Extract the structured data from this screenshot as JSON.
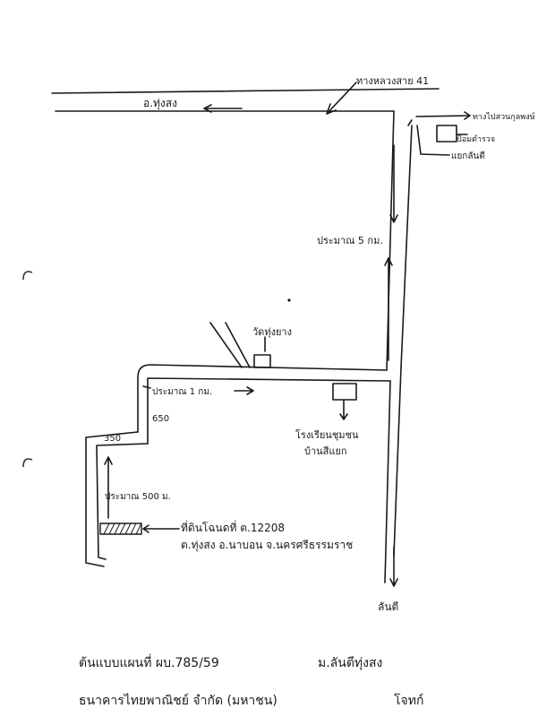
{
  "map": {
    "highway_label": "ทางหลวงสาย 41",
    "west_direction_label": "อ.ทุ่งสง",
    "north_landmark_1": "ทางไปสวนกุลพงษ์",
    "north_landmark_2": "ป้อมตำรวจ",
    "junction_label": "แยกลันตี",
    "distance_5km": "ประมาณ 5 กม.",
    "temple_label": "วัดทุ่งยาง",
    "distance_1km": "ประมาณ 1 กม.",
    "dist_650": "650",
    "school_label_1": "โรงเรียนชุมชน",
    "school_label_2": "บ้านสีแยก",
    "dist_350": "350",
    "distance_500m": "ประมาณ 500 ม.",
    "land_label_1": "ที่ดินโฉนดที่ ต.12208",
    "land_label_2": "ต.ทุ่งสง อ.นาบอน จ.นครศรีธรรมราช",
    "south_direction_label": "ลันตี"
  },
  "footer": {
    "line1_left": "ต้นแบบแผนที่ ผบ.785/59",
    "line1_right": "ม.ลันตีทุ่งสง",
    "line2_left": "ธนาคารไทยพาณิชย์ จำกัด (มหาชน)",
    "line2_right": "โจทก์"
  }
}
